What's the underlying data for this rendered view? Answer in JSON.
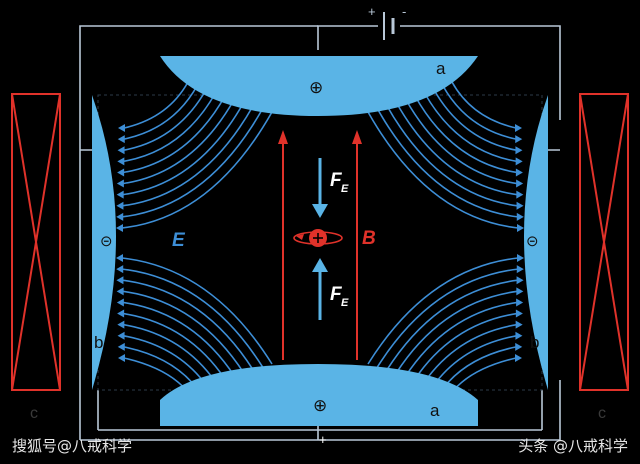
{
  "colors": {
    "electrode": "#5ab4e6",
    "field_line": "#3d8ed6",
    "wire": "#b9c8d8",
    "magnetic_field": "#e0322a",
    "coil": "#e0322a",
    "text_white": "#ffffff",
    "text_dark": "#111111",
    "force_label": "#ffffff",
    "force_arrow": "#5ab4e6",
    "particle": "#e0322a"
  },
  "battery": {
    "plus": "+",
    "minus": "-"
  },
  "labels": {
    "top_electrode": "a",
    "bottom_electrode": "a",
    "left_electrode": "b",
    "right_electrode": "b",
    "left_coil": "c",
    "right_coil": "c",
    "top_sign": "⊕",
    "bottom_sign": "⊕",
    "left_sign": "⊝",
    "right_sign": "⊝",
    "electric_field": "E",
    "magnetic_field": "B",
    "force_top_main": "F",
    "force_top_sub": "E",
    "force_bottom_main": "F",
    "force_bottom_sub": "E",
    "junction_plus": "+"
  },
  "watermarks": {
    "left": "搜狐号@八戒科学",
    "right": "头条 @八戒科学"
  }
}
